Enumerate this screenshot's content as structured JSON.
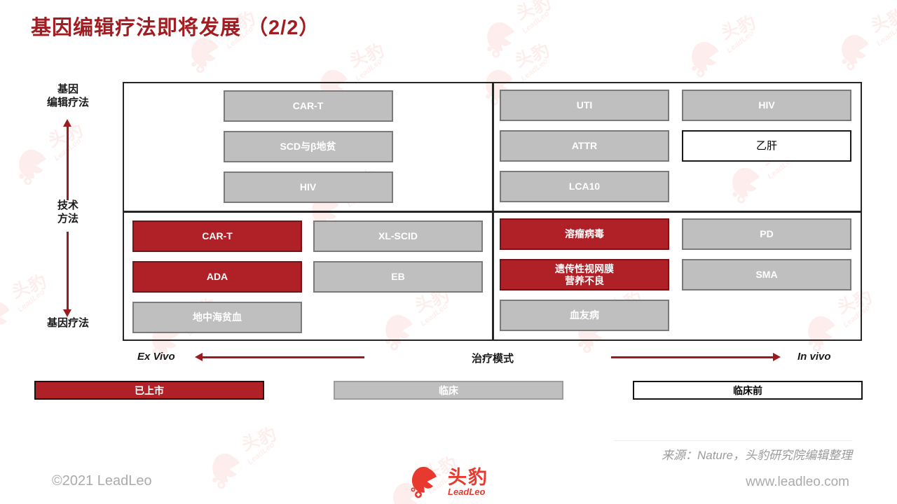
{
  "title": "基因编辑疗法即将发展 （2/2）",
  "axis": {
    "left": {
      "top_lines": "基因\n编辑疗法",
      "middle_lines": "技术\n方法",
      "bottom": "基因疗法"
    },
    "bottom": {
      "left": "Ex Vivo",
      "center": "治疗模式",
      "right": "In vivo"
    }
  },
  "matrix": {
    "top_left": {
      "columns": [
        [
          {
            "label": "CAR-T",
            "status": "clinical"
          },
          {
            "label": "SCD与β地贫",
            "status": "clinical"
          },
          {
            "label": "HIV",
            "status": "clinical"
          }
        ]
      ]
    },
    "top_right": {
      "columns": [
        [
          {
            "label": "UTI",
            "status": "clinical"
          },
          {
            "label": "ATTR",
            "status": "clinical"
          },
          {
            "label": "LCA10",
            "status": "clinical"
          }
        ],
        [
          {
            "label": "HIV",
            "status": "clinical"
          },
          {
            "label": "乙肝",
            "status": "preclinical"
          }
        ]
      ]
    },
    "bottom_left": {
      "columns": [
        [
          {
            "label": "CAR-T",
            "status": "marketed"
          },
          {
            "label": "ADA",
            "status": "marketed"
          },
          {
            "label": "地中海贫血",
            "status": "clinical"
          }
        ],
        [
          {
            "label": "XL-SCID",
            "status": "clinical"
          },
          {
            "label": "EB",
            "status": "clinical"
          }
        ]
      ]
    },
    "bottom_right": {
      "columns": [
        [
          {
            "label": "溶瘤病毒",
            "status": "marketed"
          },
          {
            "label": "遗传性视网膜\n营养不良",
            "status": "marketed"
          },
          {
            "label": "血友病",
            "status": "clinical"
          }
        ],
        [
          {
            "label": "PD",
            "status": "clinical"
          },
          {
            "label": "SMA",
            "status": "clinical"
          }
        ]
      ]
    }
  },
  "legend": {
    "items": [
      {
        "label": "已上市",
        "status": "marketed"
      },
      {
        "label": "临床",
        "status": "clinical"
      },
      {
        "label": "临床前",
        "status": "preclinical"
      }
    ]
  },
  "colors": {
    "title_red": "#A21D22",
    "marketed_red": "#B02127",
    "clinical_gray": "#BFBFBF",
    "arrow_red": "#9C1B1E",
    "logo_red": "#E8392E"
  },
  "source": "来源：Nature，头豹研究院编辑整理",
  "footer": {
    "copyright": "©2021 LeadLeo",
    "website": "www.leadleo.com",
    "logo_text": "头豹",
    "logo_subtext": "LeadLeo"
  },
  "watermark": {
    "text": "头豹",
    "subtext": "LeadLeo"
  }
}
